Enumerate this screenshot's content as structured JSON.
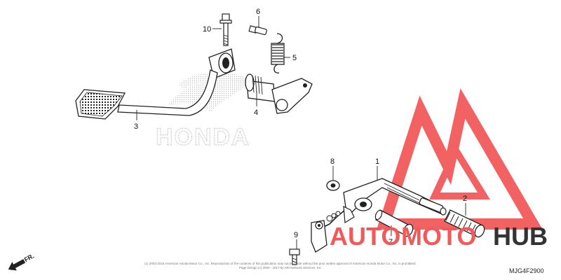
{
  "watermark": {
    "brand_left": "AUTO",
    "brand_right": "MOTO",
    "brand_suffix": "HUB",
    "honda_text": "HONDA",
    "colors": {
      "red": "#f25a5a",
      "dark": "#333333",
      "honda_dots": "#b8b8b8"
    }
  },
  "callouts": [
    {
      "id": "1",
      "label": "1"
    },
    {
      "id": "2",
      "label": "2"
    },
    {
      "id": "3",
      "label": "3"
    },
    {
      "id": "4",
      "label": "4"
    },
    {
      "id": "5",
      "label": "5"
    },
    {
      "id": "6",
      "label": "6"
    },
    {
      "id": "7",
      "label": "7"
    },
    {
      "id": "8",
      "label": "8"
    },
    {
      "id": "9",
      "label": "9"
    },
    {
      "id": "10",
      "label": "10"
    }
  ],
  "footer": {
    "copyright_line1": "(c) 2003-2015 American Honda Motor Co., Inc. Reproduction of the contents of this publication may not be made without the prior written approval of American Honda Motor Co., Inc. is prohibited.",
    "copyright_line2": "Page Design (c) 2004 - 2017 by ARI Network Services, Inc.",
    "diagram_code": "MJG4F2900",
    "direction_label": "FR."
  }
}
